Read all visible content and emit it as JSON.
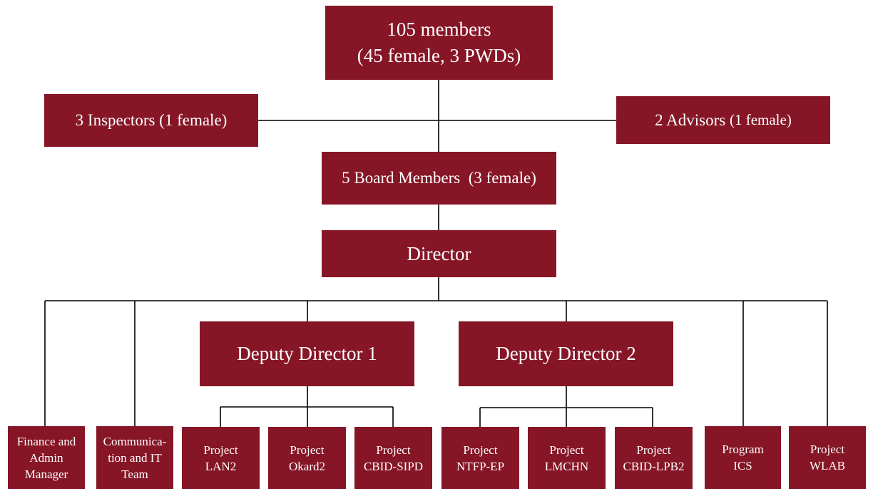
{
  "top": {
    "line1": "105 members",
    "line2": "(45 female, 3 PWDs)"
  },
  "inspectors": {
    "label": "3 Inspectors (1 female)"
  },
  "advisors": {
    "main": "2 Advisors",
    "note": "(1 female)"
  },
  "board": {
    "label": "5 Board Members  (3 female)"
  },
  "director": {
    "label": "Director"
  },
  "deputies": [
    {
      "label": "Deputy Director 1"
    },
    {
      "label": "Deputy Director 2"
    }
  ],
  "units": [
    {
      "line1": "Finance and",
      "line2": "Admin",
      "line3": "Manager"
    },
    {
      "line1": "Communica-",
      "line2": "tion and IT",
      "line3": "Team"
    },
    {
      "line1": "Project",
      "line2": "LAN2"
    },
    {
      "line1": "Project",
      "line2": "Okard2"
    },
    {
      "line1": "Project",
      "line2": "CBID-SIPD"
    },
    {
      "line1": "Project",
      "line2": "NTFP-EP"
    },
    {
      "line1": "Project",
      "line2": "LMCHN"
    },
    {
      "line1": "Project",
      "line2": "CBID-LPB2"
    },
    {
      "line1": "Program",
      "line2": "ICS"
    },
    {
      "line1": "Project",
      "line2": "WLAB"
    }
  ],
  "colors": {
    "box": "#861626",
    "text": "#ffffff",
    "line": "#000000"
  }
}
